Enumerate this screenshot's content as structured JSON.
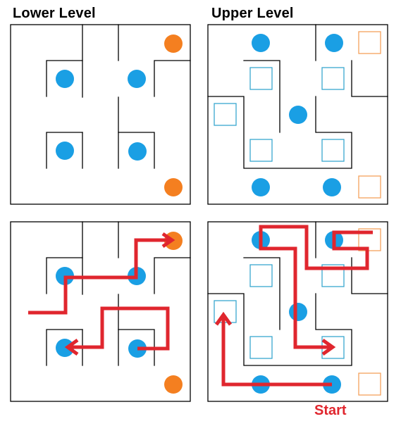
{
  "labels": {
    "lower_title": "Lower Level",
    "upper_title": "Upper Level",
    "start": "Start"
  },
  "colors": {
    "wall": "#000000",
    "blue_dot": "#1a9fe4",
    "orange_dot": "#f47f20",
    "square_blue": "#39a7cf",
    "square_orange": "#f5a15c",
    "path_red": "#e0262e"
  },
  "icons": {
    "dot": "circle",
    "target": "square",
    "arrowhead": "chevron"
  }
}
